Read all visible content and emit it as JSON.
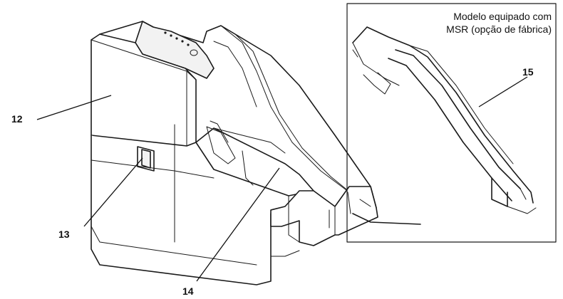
{
  "inset": {
    "caption_line1": "Modelo equipado com",
    "caption_line2": "MSR (opção de fábrica)"
  },
  "callouts": [
    {
      "id": "c12",
      "label": "12"
    },
    {
      "id": "c13",
      "label": "13"
    },
    {
      "id": "c14",
      "label": "14"
    },
    {
      "id": "c15",
      "label": "15"
    }
  ],
  "colors": {
    "line": "#1a1a1a",
    "background": "#ffffff"
  }
}
